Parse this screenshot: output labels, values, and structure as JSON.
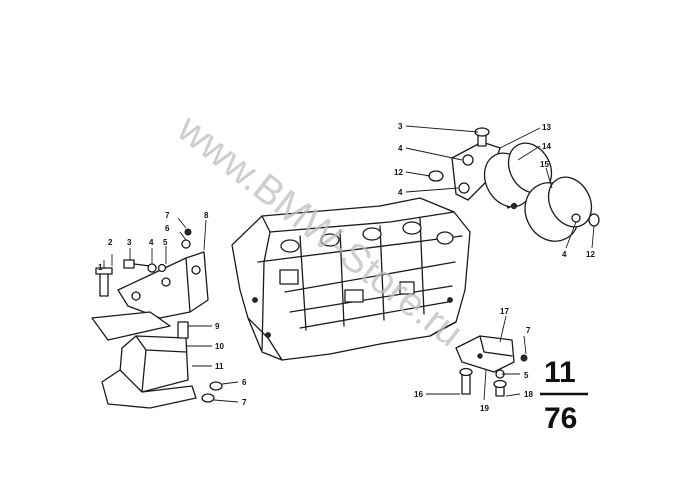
{
  "watermark": "www.BMW-Store.ru",
  "page_code": {
    "top": "11",
    "bottom": "76"
  },
  "callouts": {
    "c1": "1",
    "c2": "2",
    "c3_left": "3",
    "c4_left": "4",
    "c5_left": "5",
    "c6_left": "6",
    "c7_left": "7",
    "c8": "8",
    "c9": "9",
    "c10": "10",
    "c11": "11",
    "c6_low": "6",
    "c7_low": "7",
    "c3_right": "3",
    "c4_right_a": "4",
    "c12_right_a": "12",
    "c4_right_b": "4",
    "c13": "13",
    "c14": "14",
    "c15": "15",
    "c4_right_c": "4",
    "c12_right_b": "12",
    "c17": "17",
    "c7_right": "7",
    "c5_right": "5",
    "c16": "16",
    "c18": "18",
    "c19": "19"
  }
}
